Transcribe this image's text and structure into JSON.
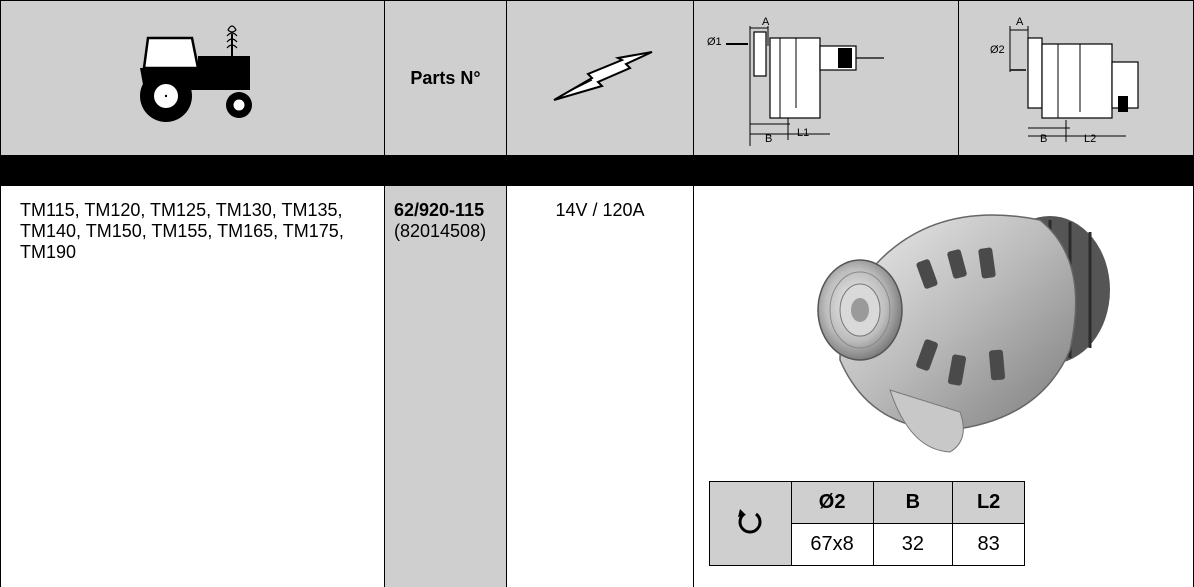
{
  "header": {
    "parts_label": "Parts N°",
    "diagram1": {
      "dia_label": "Ø1",
      "a_label": "A",
      "b_label": "B",
      "l_label": "L1"
    },
    "diagram2": {
      "dia_label": "Ø2",
      "a_label": "A",
      "b_label": "B",
      "l_label": "L2"
    }
  },
  "row": {
    "models": "TM115, TM120, TM125, TM130, TM135, TM140, TM150, TM155, TM165, TM175, TM190",
    "part_number": "62/920-115",
    "ref_number": "(82014508)",
    "voltage": "14V / 120A"
  },
  "dimensions": {
    "rotation_icon": "clockwise-rotation-icon",
    "headers": [
      "Ø2",
      "B",
      "L2"
    ],
    "values": [
      "67x8",
      "32",
      "83"
    ]
  },
  "icons": {
    "tractor": "tractor-icon",
    "lightning": "lightning-icon",
    "alternator": "alternator-image"
  }
}
